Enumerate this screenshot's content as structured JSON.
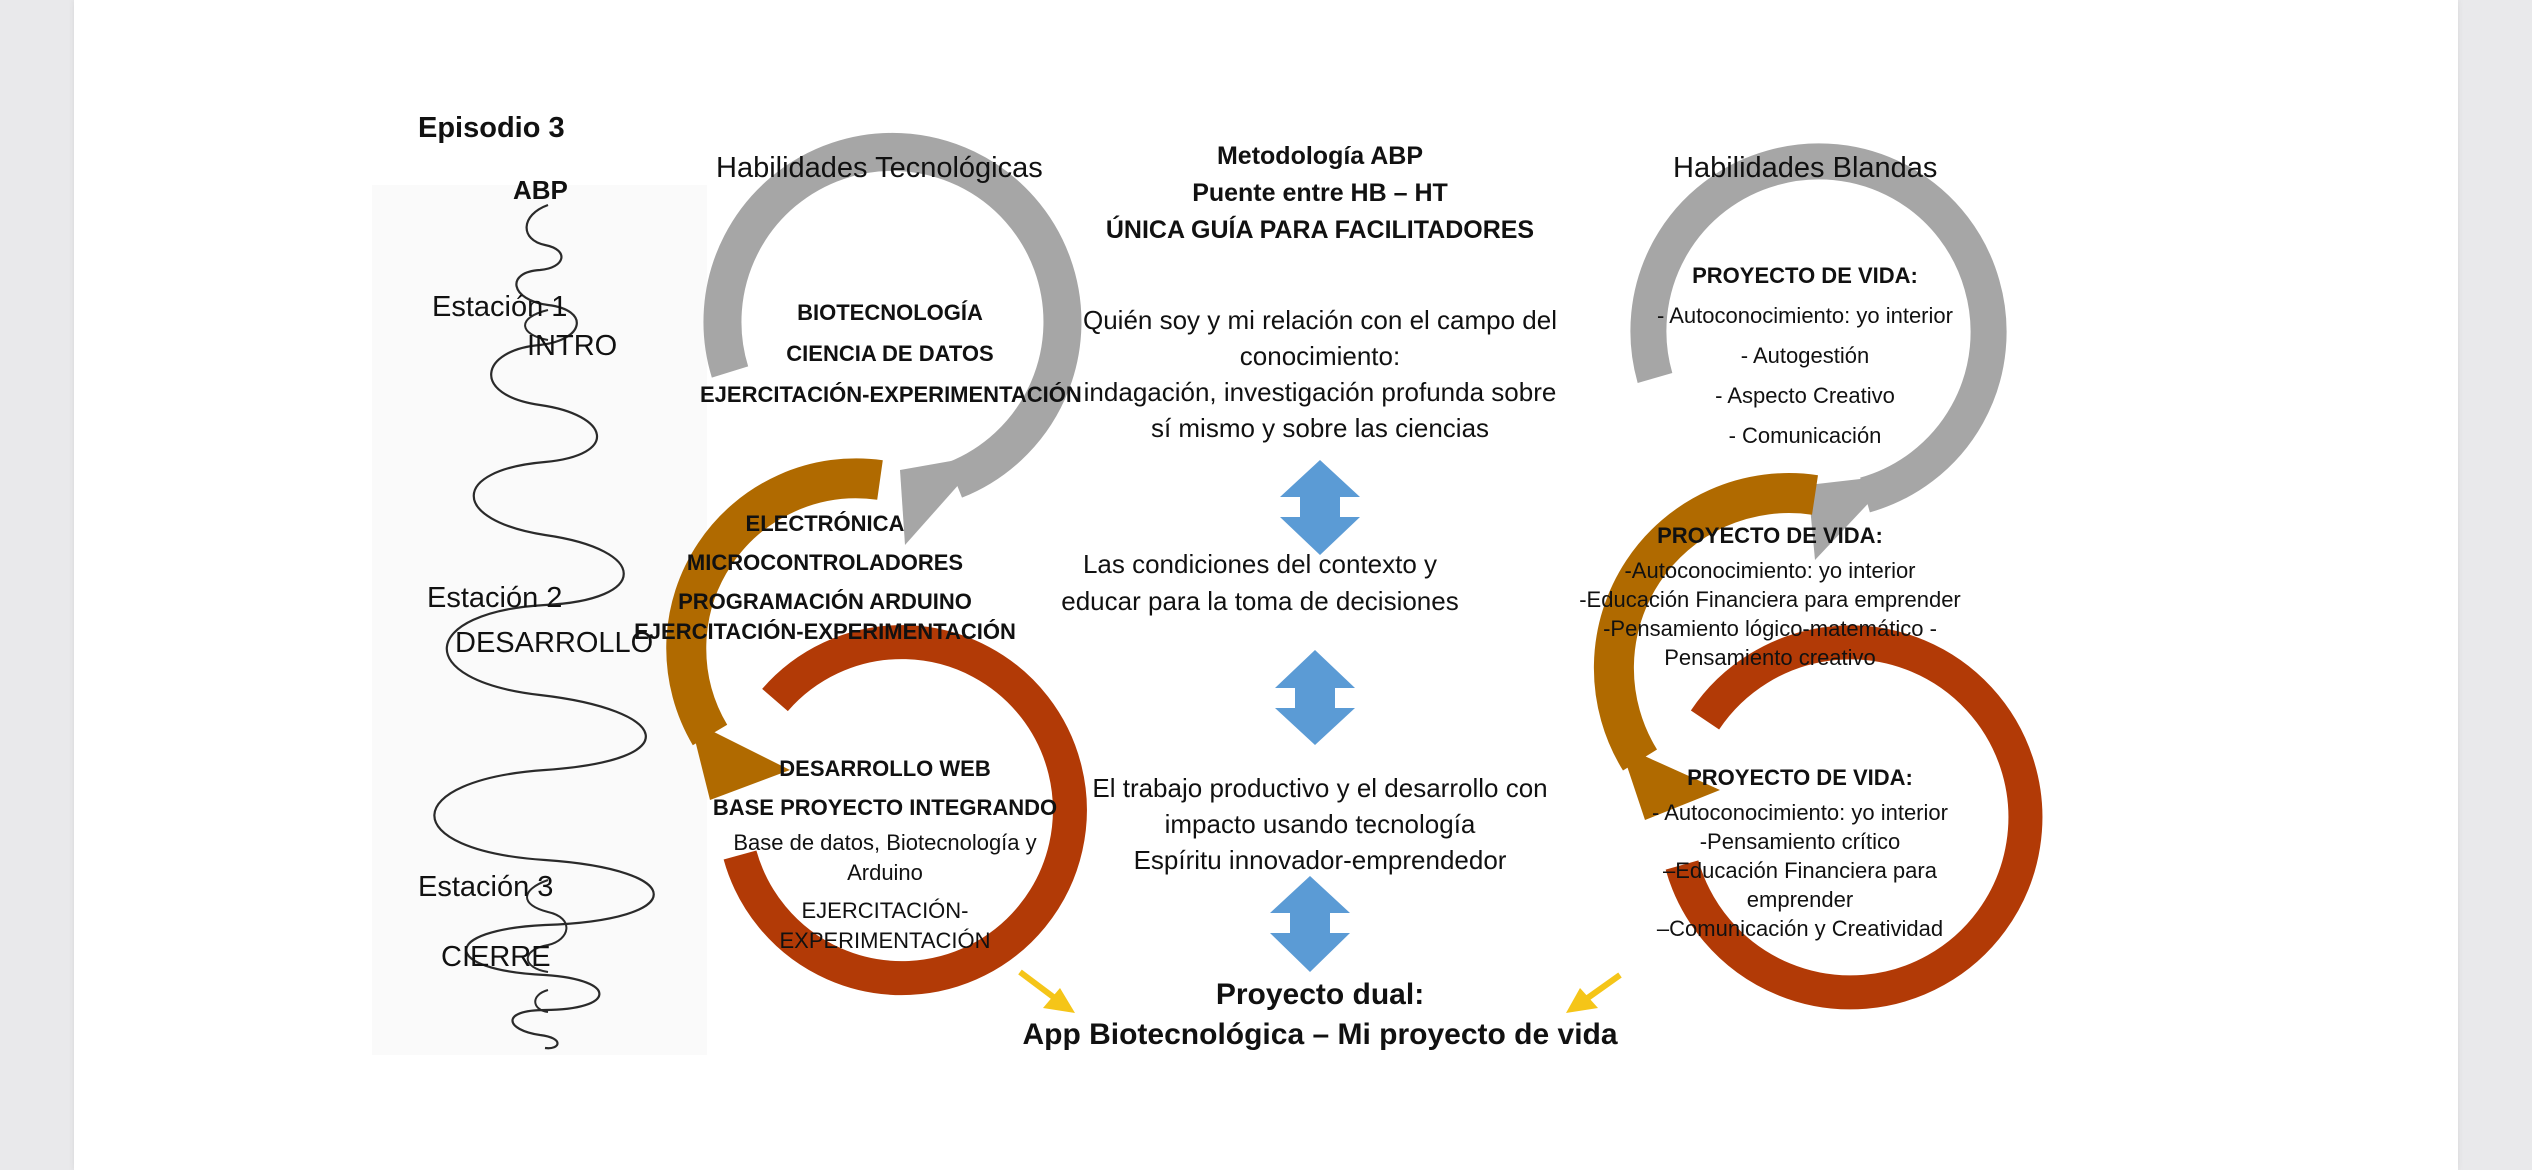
{
  "header": {
    "episode": "Episodio 3",
    "abp": "ABP",
    "tech_title": "Habilidades Tecnológicas",
    "soft_title": "Habilidades Blandas",
    "method_lines": [
      "Metodología  ABP",
      "Puente entre HB – HT",
      "ÚNICA GUÍA PARA FACILITADORES"
    ]
  },
  "stations": {
    "e1": "Estación 1",
    "e1_sub": "INTRO",
    "e2": "Estación 2",
    "e2_sub": "DESARROLLO",
    "e3": "Estación 3",
    "e3_sub": "CIERRE"
  },
  "tech": {
    "gray": [
      "BIOTECNOLOGÍA",
      "CIENCIA DE DATOS",
      "EJERCITACIÓN-EXPERIMENTACIÓN"
    ],
    "orange": [
      "ELECTRÓNICA",
      "MICROCONTROLADORES",
      "PROGRAMACIÓN ARDUINO",
      "EJERCITACIÓN-EXPERIMENTACIÓN"
    ],
    "red_bold": [
      "DESARROLLO WEB",
      "BASE PROYECTO INTEGRANDO"
    ],
    "red_normal": [
      "Base de datos, Biotecnología y",
      "Arduino",
      "EJERCITACIÓN-",
      "EXPERIMENTACIÓN"
    ]
  },
  "center": {
    "block1": [
      "Quién soy y mi relación con el campo del",
      "conocimiento:",
      "indagación, investigación profunda sobre",
      "sí mismo y sobre las ciencias"
    ],
    "block2": [
      "Las condiciones del contexto y",
      "educar para la toma de decisiones"
    ],
    "block3": [
      "El trabajo productivo y el desarrollo con",
      "impacto usando tecnología",
      "Espíritu innovador-emprendedor"
    ],
    "dual_title": "Proyecto dual:",
    "dual_sub": "App Biotecnológica – Mi proyecto de vida"
  },
  "soft": {
    "gray_title": "PROYECTO DE VIDA:",
    "gray": [
      "- Autoconocimiento: yo interior",
      "- Autogestión",
      "- Aspecto Creativo",
      "- Comunicación"
    ],
    "orange_title": "PROYECTO DE VIDA:",
    "orange": [
      "-Autoconocimiento: yo interior",
      "-Educación Financiera para emprender",
      "-Pensamiento lógico-matemático        -",
      "Pensamiento creativo"
    ],
    "red_title": "PROYECTO DE VIDA:",
    "red": [
      "- Autoconocimiento: yo interior",
      "-Pensamiento crítico",
      "–Educación Financiera para",
      "emprender",
      "–Comunicación y Creatividad"
    ]
  },
  "colors": {
    "gray": "#a6a6a6",
    "orange": "#b06a00",
    "red": "#b23a06",
    "blue_arrow": "#5b9bd5",
    "yellow_arrow": "#f5c518"
  }
}
